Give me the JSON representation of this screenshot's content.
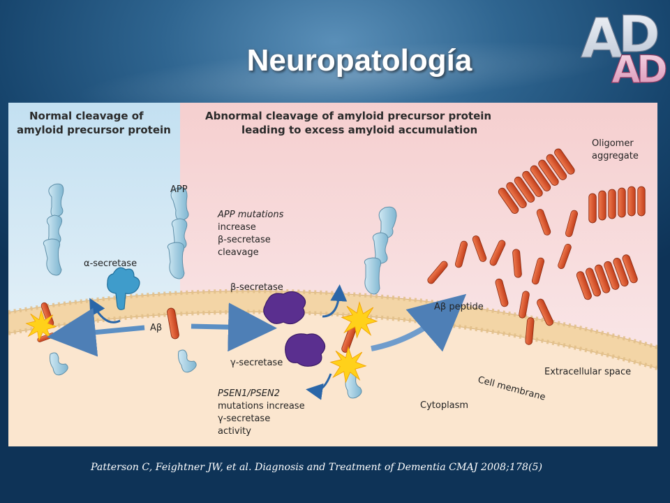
{
  "slide": {
    "title": "Neuropatología",
    "logo_text": [
      "A",
      "D"
    ],
    "citation": "Patterson C, Feightner JW, et al. Diagnosis and Treatment of Dementia CMAJ 2008;178(5)"
  },
  "figure": {
    "left_panel": {
      "title_lines": [
        "Normal cleavage of",
        "amyloid precursor protein"
      ]
    },
    "right_panel": {
      "title_lines": [
        "Abnormal cleavage of amyloid precursor protein",
        "leading to excess amyloid accumulation"
      ]
    },
    "labels": {
      "alpha_secretase": "α-secretase",
      "app": "APP",
      "abeta": "Aβ",
      "app_mutations": [
        "APP mutations",
        "increase",
        "β-secretase",
        "cleavage"
      ],
      "beta_secretase": "β-secretase",
      "gamma_secretase": "γ-secretase",
      "psen_mutations": [
        "PSEN1/PSEN2",
        "mutations increase",
        "γ-secretase",
        "activity"
      ],
      "abeta_peptide": "Aβ peptide",
      "oligomer": [
        "Oligomer",
        "aggregate"
      ],
      "extracellular": "Extracellular space",
      "cell_membrane": "Cell membrane",
      "cytoplasm": "Cytoplasm"
    },
    "colors": {
      "left_bg": "#c9e3f2",
      "right_bg": "#f6d9d8",
      "cytoplasm_bg": "#fbe8d2",
      "protein": "#a9d3e6",
      "abeta": "#e0552d",
      "alpha_secretase": "#3f9ccb",
      "beta_gamma_secretase": "#5a2f8f",
      "arrow": "#5b8fc4",
      "starburst": "#ffd11a"
    }
  }
}
